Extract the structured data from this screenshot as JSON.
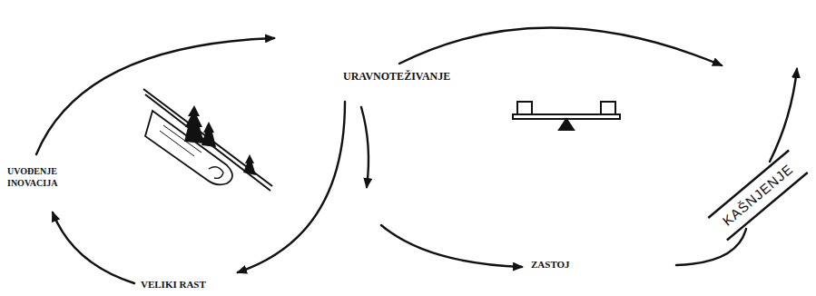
{
  "diagram": {
    "labels": [
      "URAVNOTEŽIVANJE",
      "UVOĐENJE INOVACIJA",
      "VELIKI RAST",
      "ZASTOJ",
      "KAŠNJENJE"
    ]
  }
}
